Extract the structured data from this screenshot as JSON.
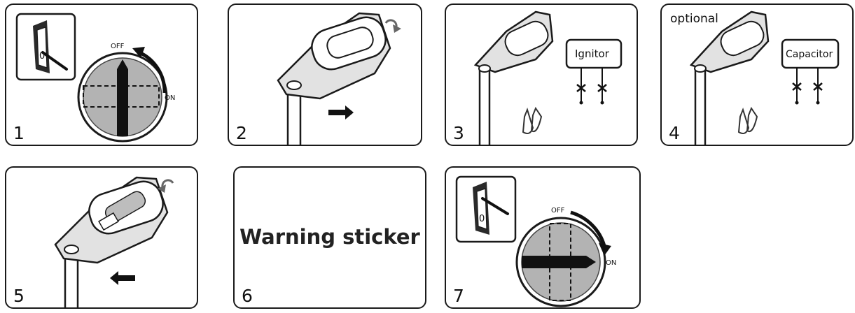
{
  "colors": {
    "outline": "#1a1a1a",
    "knob_gray": "#b3b3b3",
    "lamp_fill": "#e2e2e2"
  },
  "panels": [
    {
      "number": "1",
      "switch_mark": "0",
      "switch_off": "OFF",
      "switch_on": "ON"
    },
    {
      "number": "2"
    },
    {
      "number": "3",
      "box_label": "Ignitor"
    },
    {
      "number": "4",
      "caption": "optional",
      "box_label": "Capacitor"
    },
    {
      "number": "5"
    },
    {
      "number": "6",
      "text": "Warning sticker"
    },
    {
      "number": "7",
      "switch_mark": "0",
      "switch_off": "OFF",
      "switch_on": "ON"
    }
  ]
}
